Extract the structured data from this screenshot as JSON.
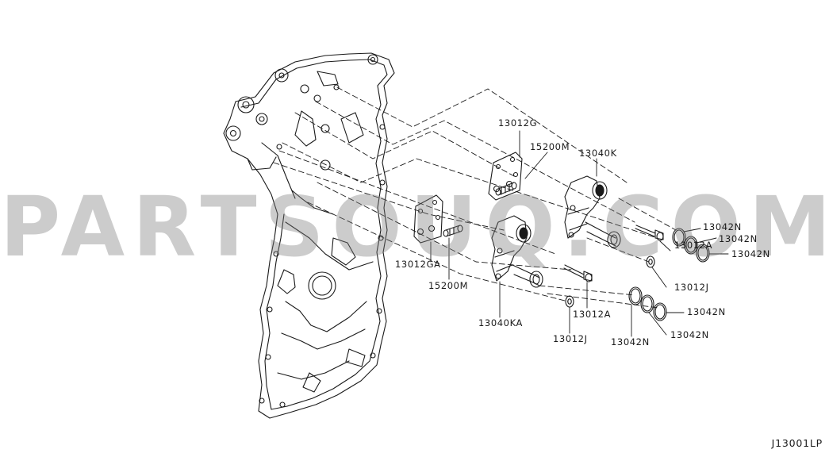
{
  "watermark": "PARTSOUQ.COM",
  "diagram_code": "J13001LP",
  "colors": {
    "line": "#1a1a1a",
    "watermark": "#9a9a9a",
    "background": "#ffffff"
  },
  "labels": {
    "p13012G": "13012G",
    "p15200M_top": "15200M",
    "p13040K": "13040K",
    "p13042N_1": "13042N",
    "p13042N_2": "13042N",
    "p13042N_3": "13042N",
    "p13012A_top": "13012A",
    "p13012J_top": "13012J",
    "p13012GA": "13012GA",
    "p15200M_bottom": "15200M",
    "p13040KA": "13040KA",
    "p13012A_bottom": "13012A",
    "p13012J_bottom": "13012J",
    "p13042N_4": "13042N",
    "p13042N_5": "13042N",
    "p13042N_6": "13042N"
  }
}
